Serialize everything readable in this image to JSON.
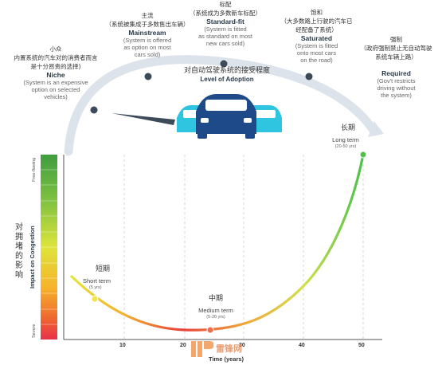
{
  "adoption": {
    "title_zh": "对自动驾驶系统的接受程度",
    "title_en": "Level of Adoption",
    "stages": [
      {
        "zh": "小众\n内置系统的汽车对的消费者而言\n是十分昂贵的选择)",
        "name": "Niche",
        "desc": "(System is an expensive\noption on selected\nvehicles)"
      },
      {
        "zh": "主流\n（系统被集成于多数售出车辆）",
        "name": "Mainstream",
        "desc": "(System is offered\nas option on most\ncars sold)"
      },
      {
        "zh": "标配\n（系统成为多数新车标配）",
        "name": "Standard-fit",
        "desc": "(System is fitted\nas standard on most\nnew cars sold)"
      },
      {
        "zh": "饱和\n（大多数路上行驶的汽车已\n经配备了系统）",
        "name": "Saturated",
        "desc": "(System is fitted\nonto most cars\non the road)"
      },
      {
        "zh": "强制\n（政府强制禁止无自动驾驶\n系统车辆上路）",
        "name": "Required",
        "desc": "(Gov't restricts\ndriving without\nthe system)"
      }
    ]
  },
  "congestion": {
    "ylabel_zh": "对拥堵的影响",
    "ylabel_en": "Impact on Congestion",
    "band_top": "Free-flowing",
    "band_bottom": "Severe",
    "xlabel": "Time (years)",
    "ticks": [
      "10",
      "20",
      "30",
      "40",
      "50"
    ],
    "terms": [
      {
        "zh": "短期",
        "en": "Short term",
        "yrs": "(5 yrs)"
      },
      {
        "zh": "中期",
        "en": "Medium term",
        "yrs": "(5-20 yrs)"
      },
      {
        "zh": "长期",
        "en": "Long term",
        "yrs": "(20-50 yrs)"
      }
    ]
  },
  "watermark": "雷锋网",
  "colors": {
    "arc": "#dde3ea",
    "dot": "#3d4a59",
    "car_main": "#1f4a8a",
    "car_side": "#2fc4df"
  }
}
